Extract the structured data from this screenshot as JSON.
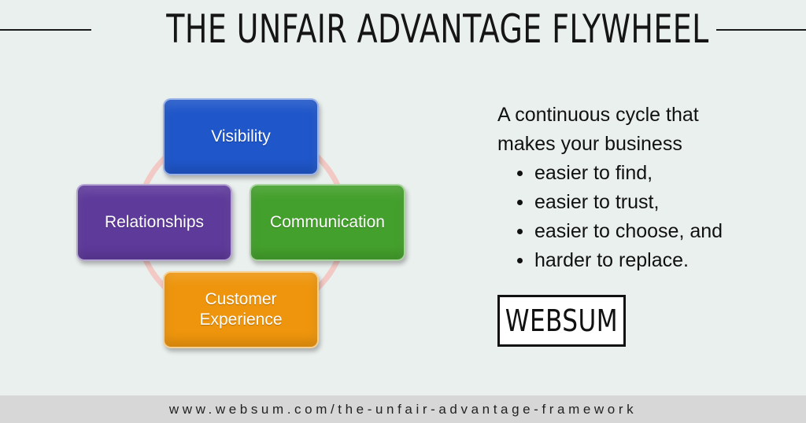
{
  "title": "THE UNFAIR ADVANTAGE FLYWHEEL",
  "flywheel": {
    "nodes": {
      "top": "Visibility",
      "left": "Relationships",
      "right": "Communication",
      "bottom_line1": "Customer",
      "bottom_line2": "Experience"
    },
    "colors": {
      "top": "#1f56c9",
      "left": "#5e3a9b",
      "right": "#44a02c",
      "bottom": "#ee950d",
      "ring": "#f2c9c4"
    }
  },
  "description": {
    "intro_line1": "A continuous cycle that",
    "intro_line2": "makes your business",
    "bullets": [
      "easier to find,",
      "easier to trust,",
      "easier to choose, and",
      "harder to replace."
    ]
  },
  "logo": "WEBSUM",
  "footer": {
    "url": "www.websum.com/the-unfair-advantage-framework"
  }
}
